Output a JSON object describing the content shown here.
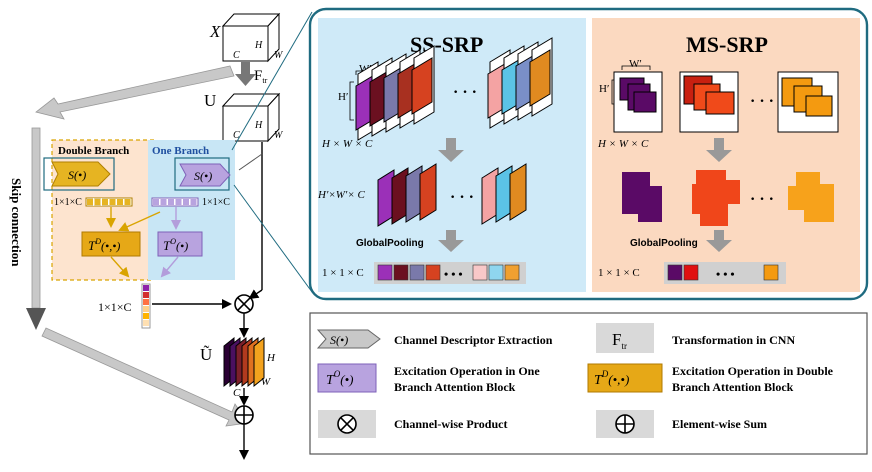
{
  "left_diagram": {
    "input_label": "X",
    "input_dims": {
      "c": "C",
      "h": "H",
      "w": "W"
    },
    "transform_label": "F",
    "transform_sub": "tr",
    "u_label": "U",
    "u_dims": {
      "c": "C",
      "h": "H",
      "w": "W"
    },
    "skip_connection": "Skip connection",
    "double_branch_title": "Double Branch",
    "one_branch_title": "One Branch",
    "s_op": "S(•)",
    "vec_label_left": "1×1×C",
    "vec_label_right": "1×1×C",
    "td_op_main": "T",
    "td_op_sup": "D",
    "td_op_args": "(•,•)",
    "to_op_main": "T",
    "to_op_sup": "O",
    "to_op_args": "(•)",
    "weight_label": "1×1×C",
    "u_tilde": "Ũ",
    "out_dims": {
      "c": "C",
      "h": "H",
      "w": "W"
    }
  },
  "ss_panel": {
    "title": "SS-SRP",
    "w_prime": "W′",
    "h_prime": "H′",
    "dims_top": "H × W × C",
    "dims_mid": "H′×W′× C",
    "pooling": "GlobalPooling",
    "dims_bottom": "1 × 1 × C",
    "ellipsis": "· · ·",
    "vector_ellipsis": "• • •"
  },
  "ms_panel": {
    "title": "MS-SRP",
    "w_prime": "W′",
    "h_prime": "H′",
    "dims_top": "H × W × C",
    "pooling": "GlobalPooling",
    "dims_bottom": "1 × 1 × C",
    "ellipsis": "· · ·",
    "vector_ellipsis": "• • •"
  },
  "legend": {
    "items": [
      {
        "symbol": "S(•)",
        "text": "Channel Descriptor Extraction"
      },
      {
        "symbol": "F",
        "symbol_sub": "tr",
        "text": "Transformation in CNN"
      },
      {
        "symbol": "T",
        "symbol_sup": "O",
        "symbol_args": "(•)",
        "text_line1": "Excitation Operation in One",
        "text_line2": "Branch Attention Block"
      },
      {
        "symbol": "T",
        "symbol_sup": "D",
        "symbol_args": "(•,•)",
        "text_line1": "Excitation Operation in Double",
        "text_line2": "Branch Attention Block"
      },
      {
        "symbol": "⊗",
        "text": "Channel-wise Product"
      },
      {
        "symbol": "⊕",
        "text": "Element-wise Sum"
      }
    ]
  },
  "colors": {
    "panel_border": "#1f6b80",
    "ss_bg": "#cfeaf8",
    "ms_bg": "#fbd9c0",
    "double_bg": "#fde4cf",
    "one_bg": "#c8e6f5",
    "gold": "#d9a400",
    "lavender": "#b39ddb",
    "legend_gray": "#d9d9d9",
    "arrow_gray": "#b0b0b0"
  }
}
